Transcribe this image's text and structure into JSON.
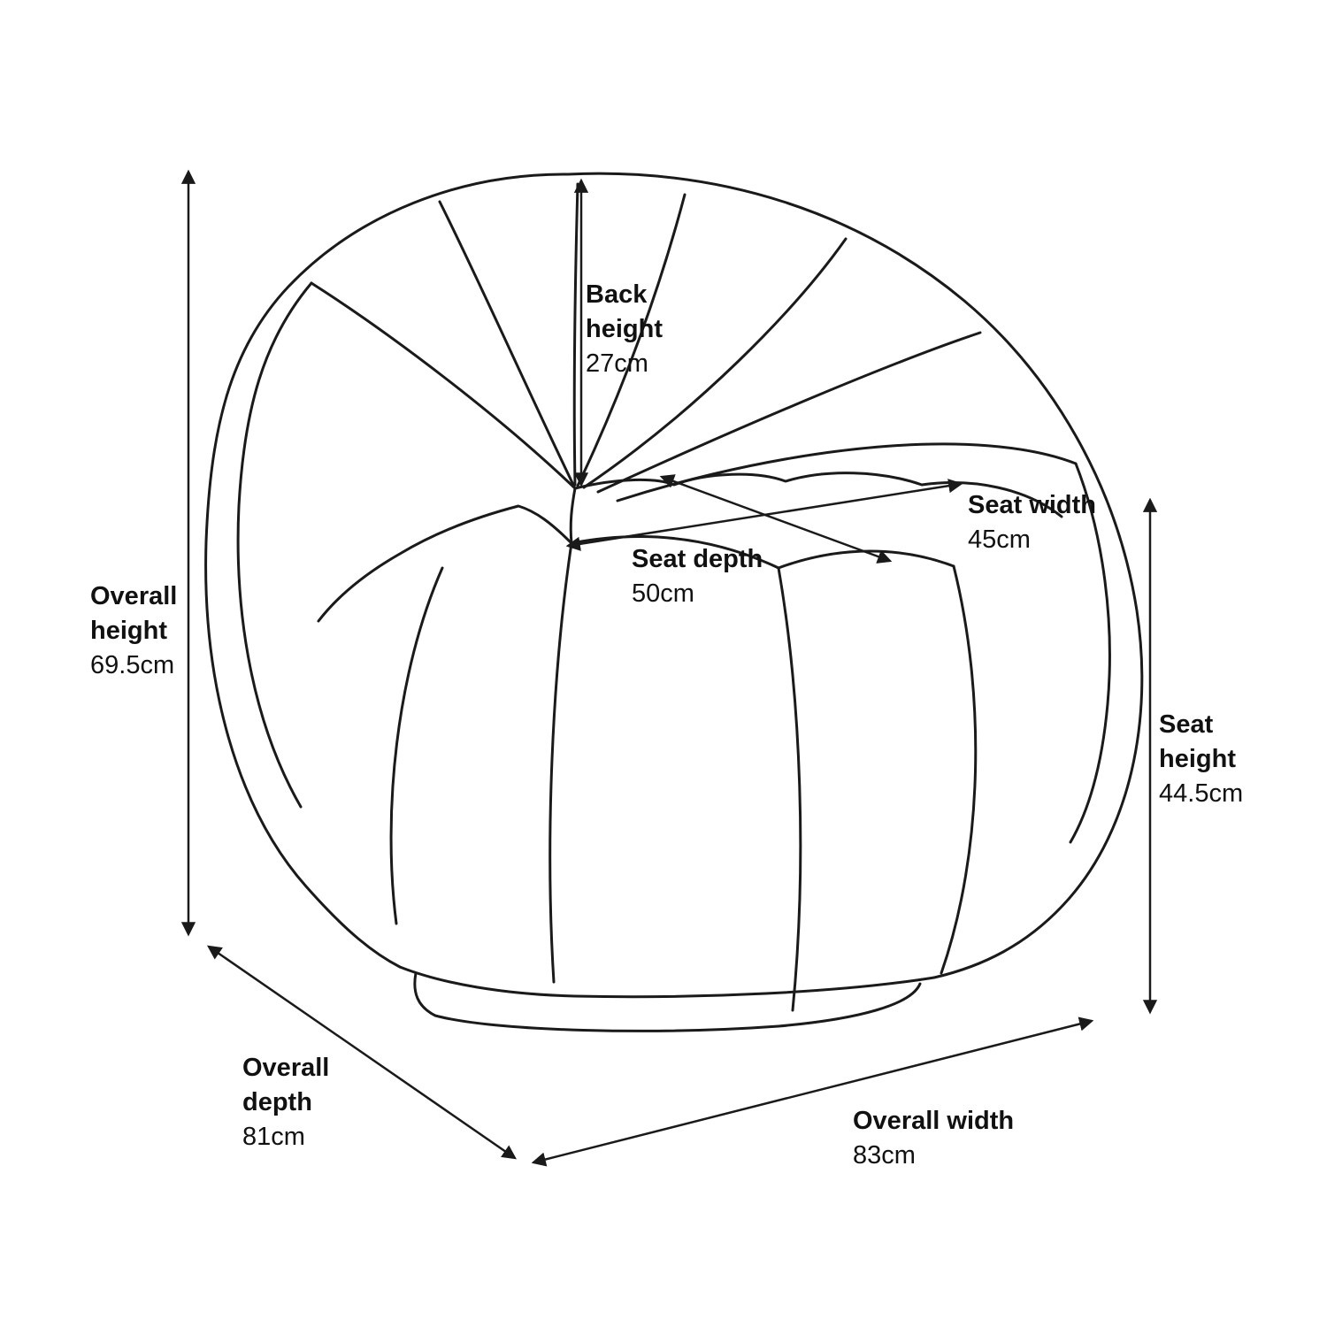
{
  "figure": {
    "type": "furniture-dimension-diagram",
    "background_color": "#ffffff",
    "line_color": "#1a1a1a",
    "text_color": "#111111"
  },
  "dimensions": {
    "overall_height": {
      "label": "Overall height",
      "value": "69.5cm"
    },
    "back_height": {
      "label": "Back height",
      "value": "27cm"
    },
    "seat_depth": {
      "label": "Seat depth",
      "value": "50cm"
    },
    "seat_width": {
      "label": "Seat width",
      "value": "45cm"
    },
    "seat_height": {
      "label": "Seat height",
      "value": "44.5cm"
    },
    "overall_depth": {
      "label": "Overall depth",
      "value": "81cm"
    },
    "overall_width": {
      "label": "Overall width",
      "value": "83cm"
    }
  }
}
